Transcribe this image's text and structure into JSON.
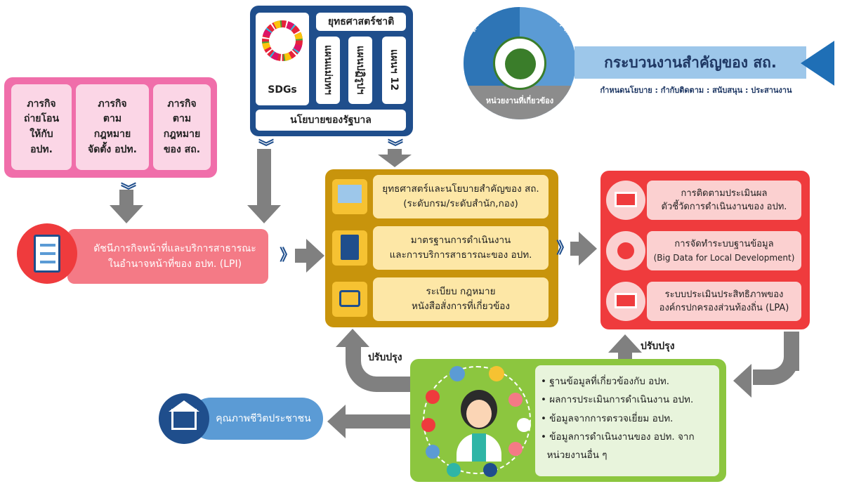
{
  "top_left_cards": [
    "ภารกิจ\nถ่ายโอน\nให้กับ\nอปท.",
    "ภารกิจ\nตาม\nกฎหมาย\nจัดตั้ง อปท.",
    "ภารกิจ\nตาม\nกฎหมาย\nของ สถ."
  ],
  "navy": {
    "strategy_title": "ยุทธศาสตร์ชาติ",
    "sdgs": "SDGs",
    "plans": [
      "แผนแม่บทฯ",
      "แผนปฏิรูปฯ",
      "แผนฯ 12"
    ],
    "gov_policy": "นโยบายของรัฐบาล"
  },
  "header": {
    "title": "กระบวนงานสำคัญของ สถ.",
    "subtitle": "กำหนดนโยบาย : กำกับติดตาม : สนับสนุน : ประสานงาน",
    "circle_top_left": "สำนัก/กอง (สถ.)",
    "circle_top_right": "สถจ. / สถอ.",
    "circle_bottom": "หน่วยงานที่เกี่ยวข้อง"
  },
  "lpi": {
    "line1": "ดัชนีภารกิจหน้าที่และบริการสาธารณะ",
    "line2": "ในอำนาจหน้าที่ของ อปท. (LPI)"
  },
  "yellow_items": [
    {
      "line1": "ยุทธศาสตร์และนโยบายสำคัญของ สถ.",
      "line2": "(ระดับกรม/ระดับสำนัก,กอง)"
    },
    {
      "line1": "มาตรฐานการดำเนินงาน",
      "line2": "และการบริการสาธารณะของ อปท."
    },
    {
      "line1": "ระเบียบ กฎหมาย",
      "line2": "หนังสือสั่งการที่เกี่ยวข้อง"
    }
  ],
  "red_items": [
    {
      "line1": "การติดตามประเมินผล",
      "line2": "ตัวชี้วัดการดำเนินงานของ อปท."
    },
    {
      "line1": "การจัดทำระบบฐานข้อมูล",
      "line2": "(Big Data for Local Development)"
    },
    {
      "line1": "ระบบประเมินประสิทธิภาพของ",
      "line2": "องค์กรปกครองส่วนท้องถิ่น (LPA)"
    }
  ],
  "improve_label_left": "ปรับปรุง",
  "improve_label_right": "ปรับปรุง",
  "quality_of_life": "คุณภาพชีวิตประชาชน",
  "green_list": [
    "• ฐานข้อมูลที่เกี่ยวข้องกับ อปท.",
    "• ผลการประเมินการดำเนินงาน อปท.",
    "• ข้อมูลจากการตรวจเยี่ยม อปท.",
    "• ข้อมูลการดำเนินงานของ อปท. จาก",
    "  หน่วยงานอื่น ๆ"
  ],
  "colors": {
    "pink": "#f06eaa",
    "navy": "#1f4e8c",
    "yellow": "#c8940c",
    "red": "#ef3b3d",
    "green": "#8cc63f",
    "header_bar": "#9dc7ea",
    "arrow": "#808080"
  }
}
